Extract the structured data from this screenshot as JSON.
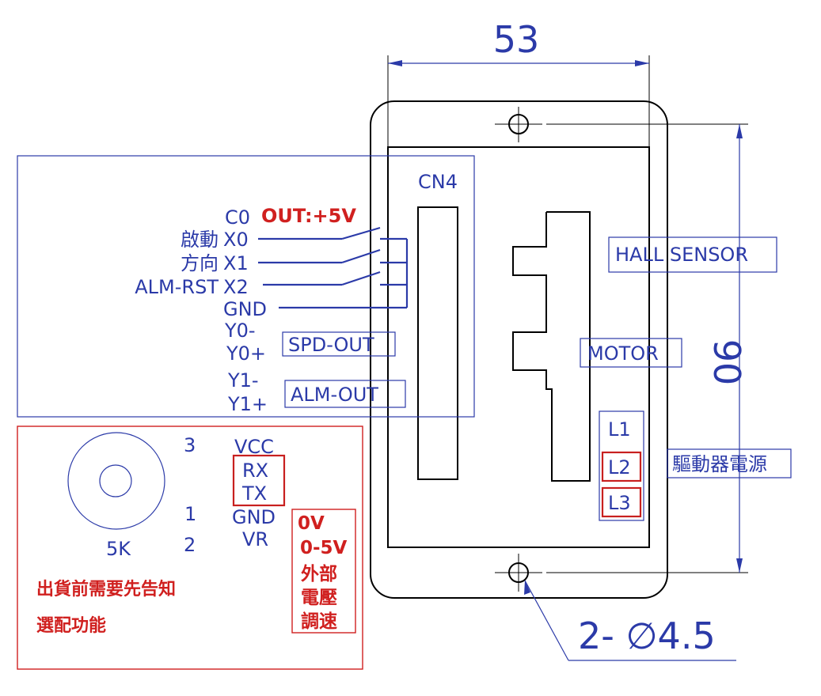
{
  "dimensions": {
    "width_label": "53",
    "height_label": "90",
    "hole_label": "2- ∅4.5"
  },
  "connector": {
    "name": "CN4",
    "c0": "C0",
    "out_label": "OUT:+5V",
    "x0_prefix": "啟動",
    "x0": "X0",
    "x1_prefix": "方向",
    "x1": "X1",
    "x2_prefix": "ALM-RST",
    "x2": "X2",
    "gnd": "GND",
    "y0m": "Y0-",
    "y0p": "Y0+",
    "y1m": "Y1-",
    "y1p": "Y1+",
    "spd_out": "SPD-OUT",
    "alm_out": "ALM-OUT"
  },
  "board": {
    "hall_sensor": "HALL SENSOR",
    "motor": "MOTOR",
    "l1": "L1",
    "l2": "L2",
    "l3": "L3",
    "power": "驅動器電源"
  },
  "potentiometer": {
    "value": "5K",
    "pin3": "3",
    "pin1": "1",
    "pin2": "2",
    "vcc": "VCC",
    "rx": "RX",
    "tx": "TX",
    "gnd": "GND",
    "vr": "VR",
    "v0": "0V",
    "v05": "0-5V",
    "ext1": "外部",
    "ext2": "電壓",
    "ext3": "調速",
    "note1": "出貨前需要先告知",
    "note2": "選配功能"
  }
}
